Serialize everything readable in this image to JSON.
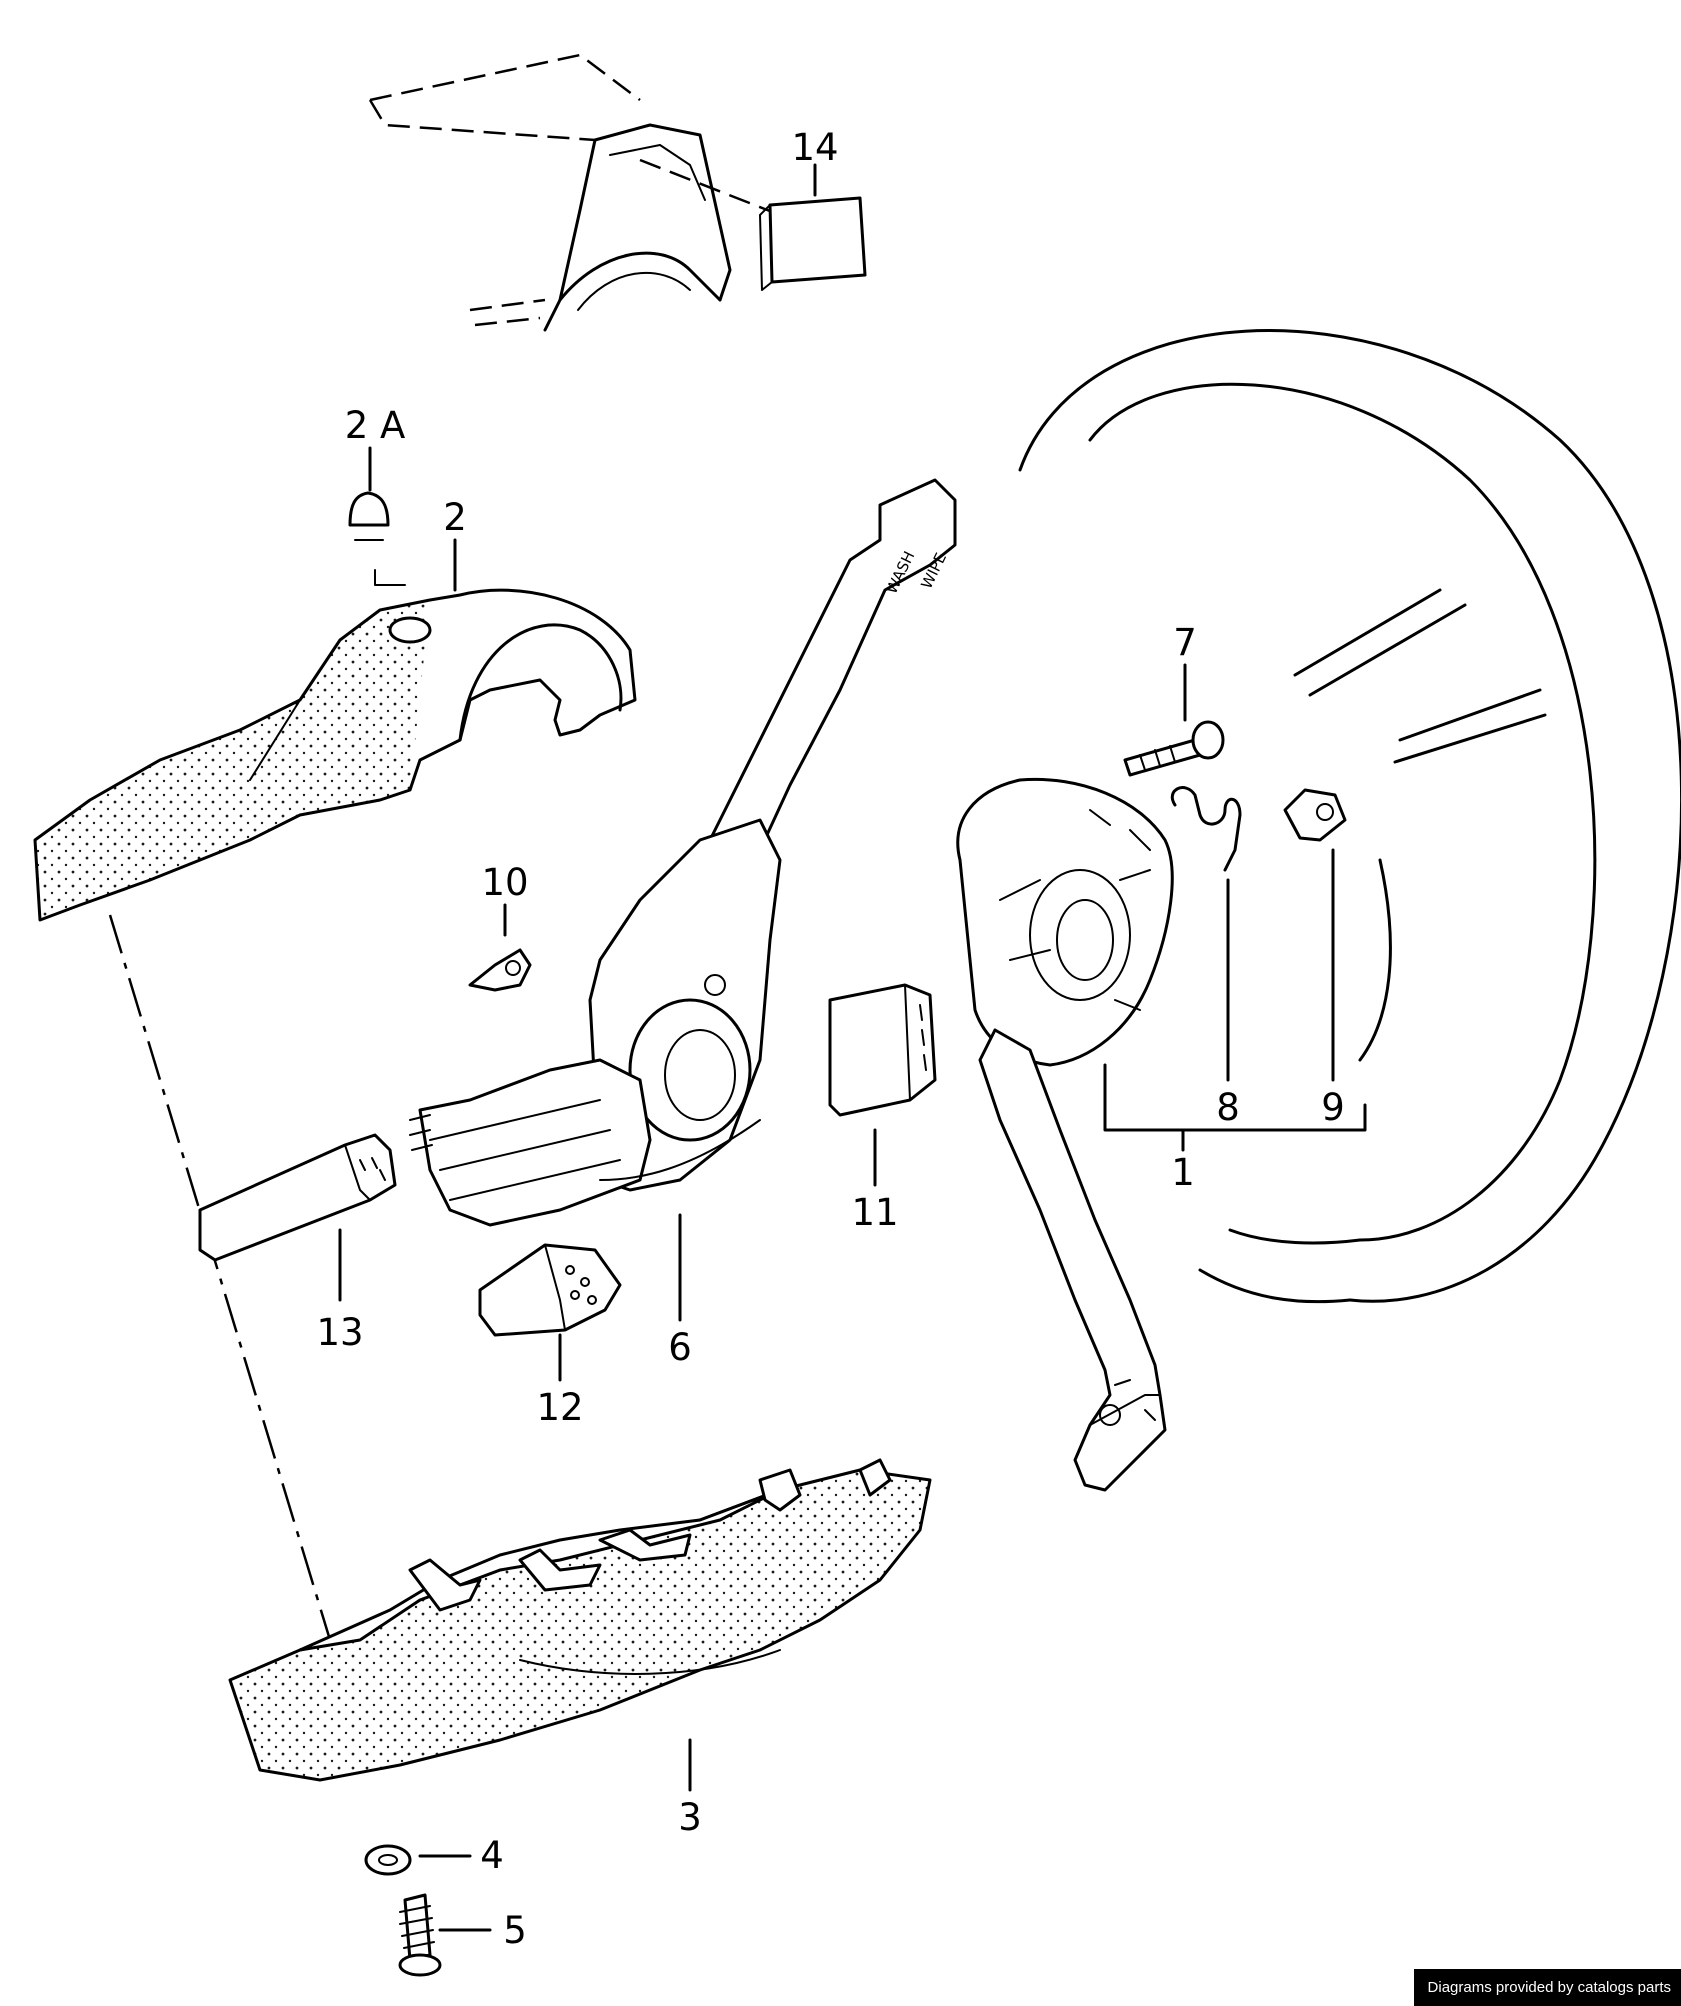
{
  "labels": {
    "l14": "14",
    "l2a": "2 A",
    "l2": "2",
    "l7": "7",
    "l10": "10",
    "l8": "8",
    "l9": "9",
    "l1": "1",
    "l11": "11",
    "l13": "13",
    "l6": "6",
    "l12": "12",
    "l3": "3",
    "l4": "4",
    "l5": "5"
  },
  "lever_text": {
    "wash": "WASH",
    "wipe": "WIPE"
  },
  "credit": "Diagrams provided by catalogs parts"
}
